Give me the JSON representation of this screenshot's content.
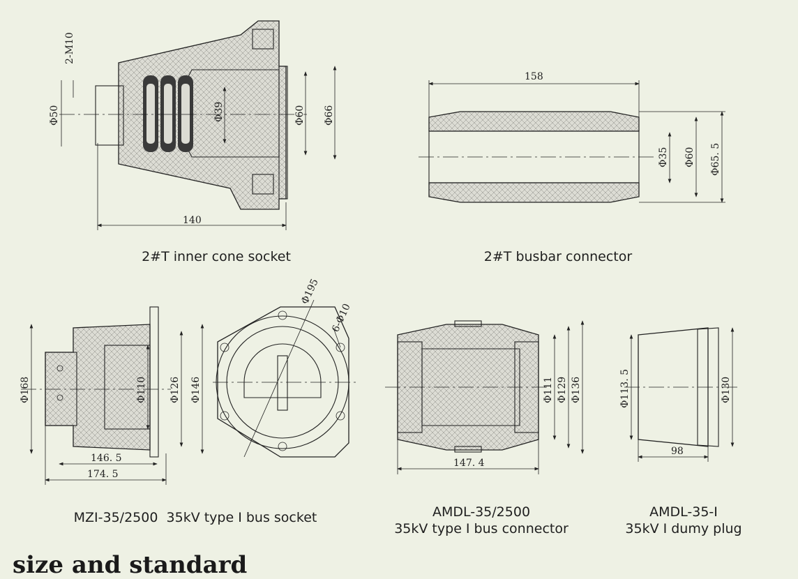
{
  "drawings": {
    "inner_cone_socket": {
      "caption": "2#T inner cone socket",
      "dims": {
        "thread": "2-M10",
        "d50": "Φ50",
        "d39": "Φ39",
        "d60": "Φ60",
        "d66": "Φ66",
        "length": "140"
      }
    },
    "busbar_connector": {
      "caption": "2#T busbar connector",
      "dims": {
        "length": "158",
        "d35": "Φ35",
        "d60": "Φ60",
        "d65": "Φ65. 5"
      }
    },
    "bus_socket": {
      "caption": "MZI-35/2500  35kV type I bus socket",
      "dims": {
        "d168": "Φ168",
        "d110": "Φ110",
        "d126": "Φ126",
        "d146": "Φ146",
        "l1": "146. 5",
        "l2": "174. 5",
        "d195": "Φ195",
        "holes": "6-Φ10"
      }
    },
    "bus_connector": {
      "caption_line1": "AMDL-35/2500",
      "caption_line2": "35kV type I bus connector",
      "dims": {
        "d111": "Φ111",
        "d129": "Φ129",
        "d136": "Φ136",
        "length": "147. 4"
      }
    },
    "dummy_plug": {
      "caption_line1": "AMDL-35-I",
      "caption_line2": "35kV I dumy plug",
      "dims": {
        "d113": "Φ113. 5",
        "d130": "Φ130",
        "length": "98"
      }
    }
  },
  "section_heading": "size and standard",
  "colors": {
    "background": "#eef1e4",
    "line": "#222222",
    "insulation": "#dcdcd4"
  }
}
